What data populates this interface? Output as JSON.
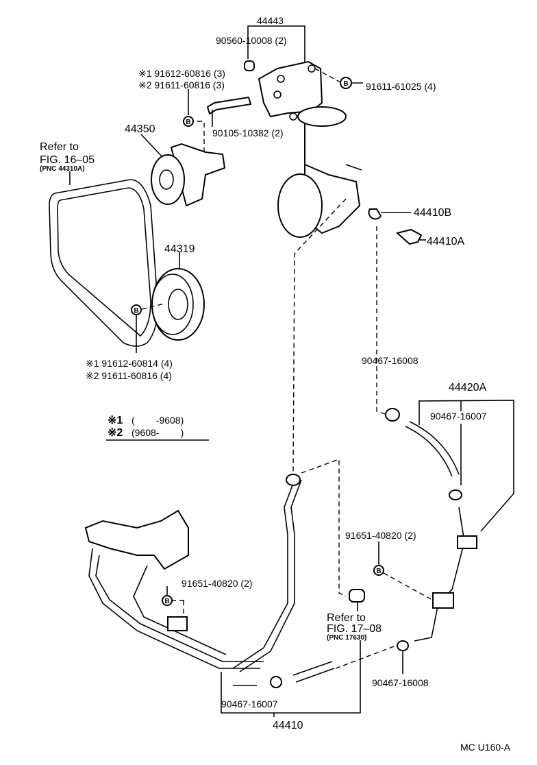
{
  "diagram": {
    "code": "MC U160-A",
    "labels": {
      "p44443": "44443",
      "p90560": "90560-10008 (2)",
      "p91612_60816": "※1 91612-60816 (3)",
      "p91611_60816a": "※2 91611-60816 (3)",
      "p91611_61025": "91611-61025 (4)",
      "p90105": "90105-10382 (2)",
      "p44350": "44350",
      "ref1_line1": "Refer to",
      "ref1_line2": "FIG. 16–05",
      "ref1_line3": "(PNC 44310A)",
      "p44319": "44319",
      "p91612_60814": "※1 91612-60814 (4)",
      "p91611_60816b": "※2 91611-60816 (4)",
      "legend1_mark": "※1",
      "legend1_range": "(        -9608)",
      "legend2_mark": "※2",
      "legend2_range": "(9608-        )",
      "p44410B": "44410B",
      "p44410A": "44410A",
      "p90467_16008a": "90467-16008",
      "p44420A": "44420A",
      "p90467_16007a": "90467-16007",
      "p91651_right": "91651-40820 (2)",
      "ref2_line1": "Refer to",
      "ref2_line2": "FIG. 17–08",
      "ref2_line3": "(PNC 17630)",
      "p90467_16008b": "90467-16008",
      "p91651_left": "91651-40820 (2)",
      "p90467_16007b": "90467-16007",
      "p44410": "44410",
      "bolt_mark": "B"
    }
  }
}
